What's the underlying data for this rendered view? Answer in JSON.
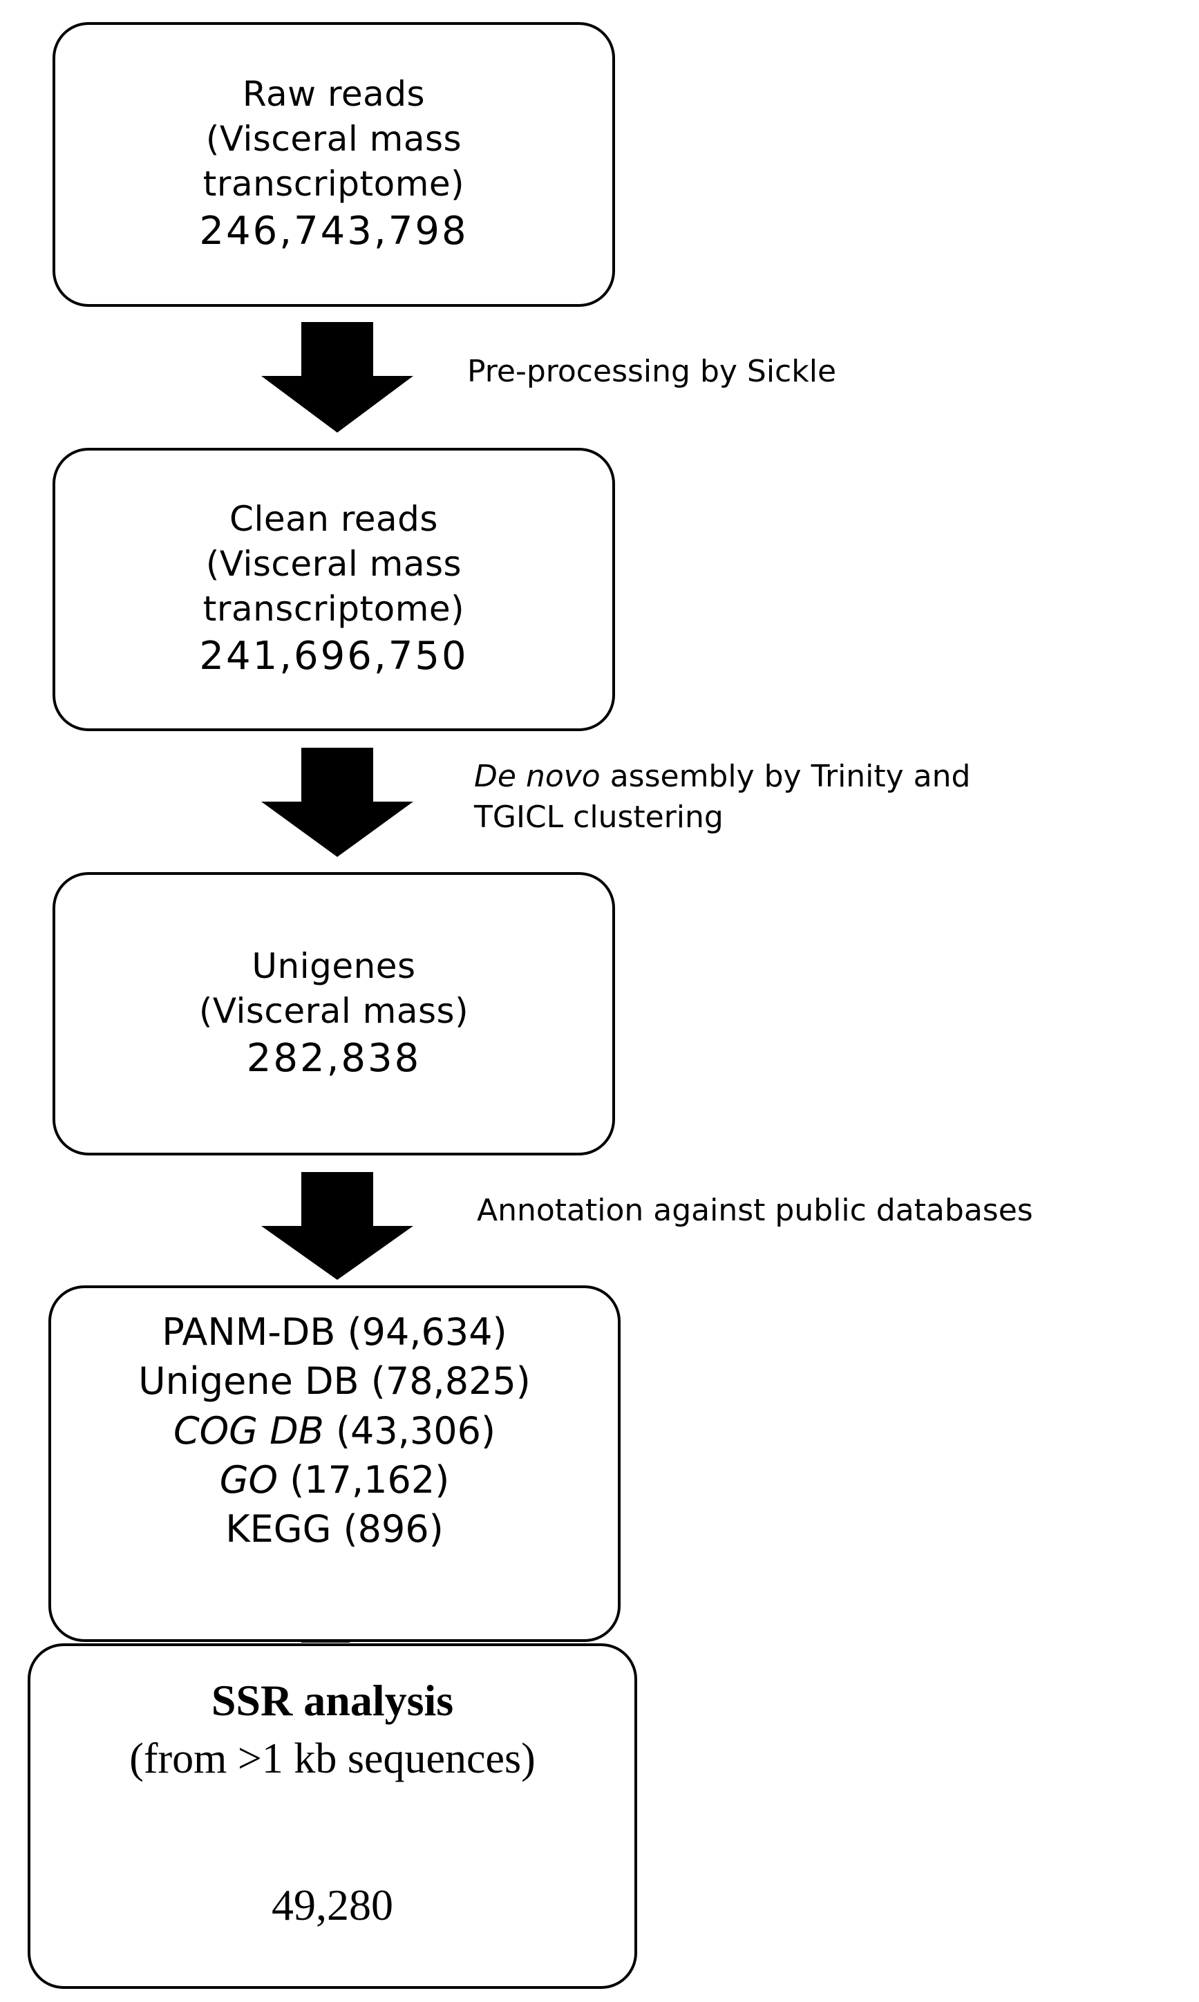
{
  "boxes": [
    {
      "title": "Raw reads",
      "line2": "(Visceral mass",
      "line3": "transcriptome)",
      "count": "246,743,798"
    },
    {
      "title": "Clean reads",
      "line2": "(Visceral mass",
      "line3": "transcriptome)",
      "count": "241,696,750"
    },
    {
      "title": "Unigenes",
      "line2": "(Visceral mass)",
      "count": "282,838"
    }
  ],
  "steps": [
    {
      "text": "Pre-processing by Sickle"
    },
    {
      "italic": "De novo",
      "text": " assembly by Trinity and",
      "line2": "TGICL clustering"
    },
    {
      "text": "Annotation against public databases"
    }
  ],
  "annotation": [
    {
      "db": "PANM-DB",
      "count": "(94,634)"
    },
    {
      "db": "Unigene DB",
      "count": "(78,825)"
    },
    {
      "db": "COG DB",
      "count": "(43,306)"
    },
    {
      "db": "GO",
      "count": "(17,162)"
    },
    {
      "db": "KEGG",
      "count": "(896)"
    }
  ],
  "ssr": {
    "title": "SSR analysis",
    "subtitle": "(from >1 kb sequences)",
    "count": "49,280"
  },
  "colors": {
    "stroke": "#000000",
    "background": "#ffffff"
  }
}
